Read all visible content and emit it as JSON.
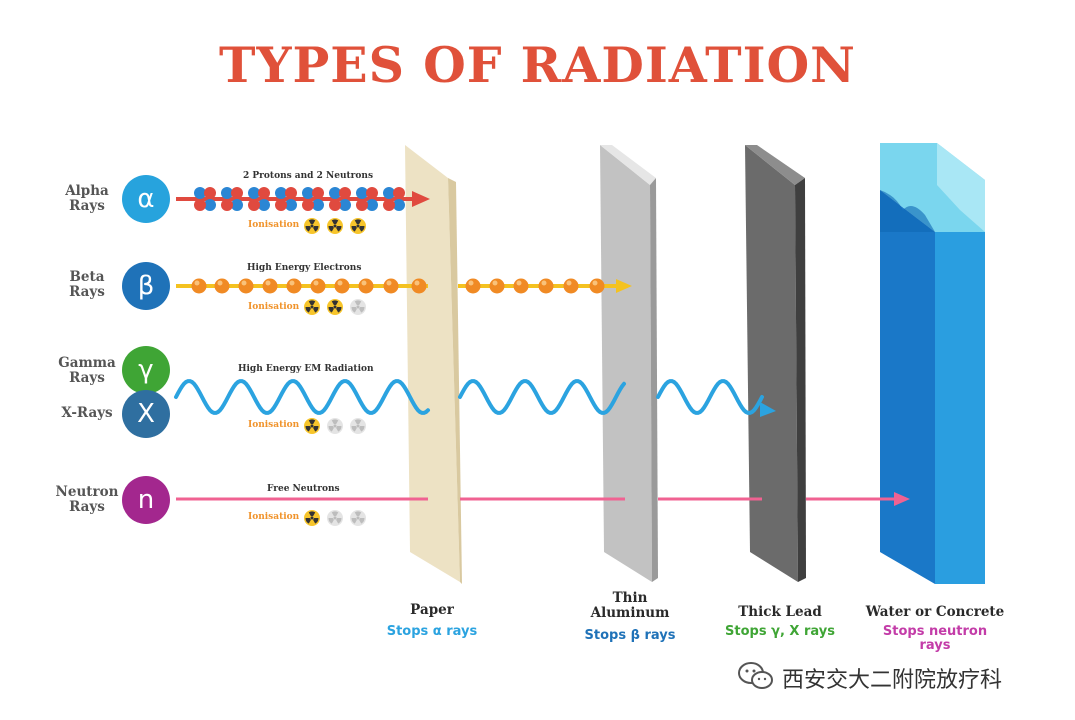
{
  "title": "TYPES OF RADIATION",
  "colors": {
    "title": "#e0513a",
    "alpha": "#27a3dd",
    "beta": "#1f72b8",
    "gamma": "#3fa535",
    "xray": "#2f6fa0",
    "neutron": "#a3278e",
    "ionisation": "#f0932b",
    "wave": "#2ba3e0",
    "neutron_line": "#f06292",
    "paper": "#ede2c4",
    "aluminum": "#c0c0c0",
    "lead": "#6a6a6a",
    "water": "#1e88d8"
  },
  "rays": {
    "alpha": {
      "label": "Alpha\nRays",
      "symbol": "α",
      "particle_label": "2 Protons and 2 Neutrons",
      "ionisation_label": "Ionisation",
      "ionisation_level": 3
    },
    "beta": {
      "label": "Beta\nRays",
      "symbol": "β",
      "particle_label": "High Energy Electrons",
      "ionisation_label": "Ionisation",
      "ionisation_level": 2
    },
    "gamma": {
      "label": "Gamma\nRays",
      "symbol": "γ",
      "particle_label": "High Energy EM Radiation",
      "ionisation_label": "Ionisation",
      "ionisation_level": 1
    },
    "xray": {
      "label": "X-Rays",
      "symbol": "X"
    },
    "neutron": {
      "label": "Neutron\nRays",
      "symbol": "n",
      "particle_label": "Free Neutrons",
      "ionisation_label": "Ionisation",
      "ionisation_level": 1
    }
  },
  "barriers": {
    "paper": {
      "name": "Paper",
      "stops": "Stops α rays",
      "stops_color": "#2ba3e0"
    },
    "aluminum": {
      "name": "Thin\nAluminum",
      "stops": "Stops β rays",
      "stops_color": "#1f72b8"
    },
    "lead": {
      "name": "Thick Lead",
      "stops": "Stops γ, X rays",
      "stops_color": "#3fa535"
    },
    "water": {
      "name": "Water or Concrete",
      "stops": "Stops neutron\nrays",
      "stops_color": "#c33ca8"
    }
  },
  "watermark": {
    "text": "西安交大二附院放疗科",
    "icon": "wechat-icon"
  }
}
